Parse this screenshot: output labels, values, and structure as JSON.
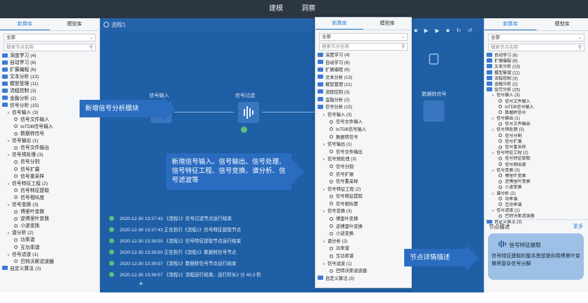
{
  "topbar": {
    "nav_model": "建模",
    "nav_insight": "洞察"
  },
  "left": {
    "tab_new": "新算库",
    "tab_model": "模型库",
    "select_value": "全部",
    "search_placeholder": "搜索节点名称",
    "items": [
      {
        "label": "深度学习 (4)",
        "level": 0
      },
      {
        "label": "自动学习 (6)",
        "level": 0
      },
      {
        "label": "扩展编程 (6)",
        "level": 0
      },
      {
        "label": "文本分析 (13)",
        "level": 0
      },
      {
        "label": "模型管理 (11)",
        "level": 0
      },
      {
        "label": "流程控制 (3)",
        "level": 0
      },
      {
        "label": "金融分析 (2)",
        "level": 0
      },
      {
        "label": "信号分析 (15)",
        "level": 0
      },
      {
        "label": "信号输入 (3)",
        "level": 1
      },
      {
        "label": "信号文件输入",
        "level": 2
      },
      {
        "label": "IoTDB信号输入",
        "level": 2
      },
      {
        "label": "数据转信号",
        "level": 2
      },
      {
        "label": "信号输出 (1)",
        "level": 1
      },
      {
        "label": "信号文件输出",
        "level": 2
      },
      {
        "label": "信号预处理 (3)",
        "level": 1
      },
      {
        "label": "信号分割",
        "level": 2
      },
      {
        "label": "信号扩展",
        "level": 2
      },
      {
        "label": "信号重采样",
        "level": 2
      },
      {
        "label": "信号特征工程 (2)",
        "level": 1
      },
      {
        "label": "信号特征提取",
        "level": 2
      },
      {
        "label": "信号相似度",
        "level": 2
      },
      {
        "label": "信号变换 (3)",
        "level": 1
      },
      {
        "label": "傅里叶变换",
        "level": 2
      },
      {
        "label": "逆傅里叶变换",
        "level": 2
      },
      {
        "label": "小波变换",
        "level": 2
      },
      {
        "label": "谱分析 (2)",
        "level": 1
      },
      {
        "label": "功率谱",
        "level": 2
      },
      {
        "label": "互功率谱",
        "level": 2
      },
      {
        "label": "信号滤波 (1)",
        "level": 1
      },
      {
        "label": "巴特沃斯滤波器",
        "level": 2
      },
      {
        "label": "自定义算法 (3)",
        "level": 0
      }
    ]
  },
  "canvas": {
    "flow_title": "流程1",
    "node_a_label": "信号输入",
    "node_b_label": "信号过滤",
    "node_c_label": "数据转信号",
    "logs": [
      "2020-12-30 13:37:43 《流程1》信号过滤节点运行结束",
      "2020-12-30 13:37:43 正在执行《流程1》信号特征提取节点",
      "2020-12-30 13:39:50 《流程1》信号特征提取节点运行结束",
      "2020-12-30 13:39:50 正在执行《流程1》数据转信号节点",
      "2020-12-30 13:39:57 《流程1》数据转信号节点运行结束",
      "2020-12-30 13:39:57 《流程1》流程运行结束，运行时长2 分 40.3 秒"
    ],
    "plus": "+"
  },
  "callouts": {
    "one": "新增信号分析模块",
    "two": "新增信号输入、信号输出、信号处理、信号特征工程、信号变换、谱分析、信号滤波等",
    "three": "节点详情描述"
  },
  "mid": {
    "tab_new": "新算库",
    "tab_model": "模型库",
    "select_value": "全部",
    "search_placeholder": "搜索节点名称",
    "items": [
      {
        "label": "深度学习 (4)",
        "level": 0
      },
      {
        "label": "自动学习 (6)",
        "level": 0
      },
      {
        "label": "扩展编程 (6)",
        "level": 0
      },
      {
        "label": "文本分析 (13)",
        "level": 0
      },
      {
        "label": "模型管理 (11)",
        "level": 0
      },
      {
        "label": "流程控制 (3)",
        "level": 0
      },
      {
        "label": "金融分析 (2)",
        "level": 0
      },
      {
        "label": "信号分析 (15)",
        "level": 0
      },
      {
        "label": "信号输入 (3)",
        "level": 1
      },
      {
        "label": "信号文件输入",
        "level": 2
      },
      {
        "label": "IoTDB信号输入",
        "level": 2
      },
      {
        "label": "数据转信号",
        "level": 2
      },
      {
        "label": "信号输出 (1)",
        "level": 1
      },
      {
        "label": "信号文件输出",
        "level": 2
      },
      {
        "label": "信号预处理 (3)",
        "level": 1
      },
      {
        "label": "信号分割",
        "level": 2
      },
      {
        "label": "信号扩展",
        "level": 2
      },
      {
        "label": "信号重采样",
        "level": 2
      },
      {
        "label": "信号特征工程 (2)",
        "level": 1
      },
      {
        "label": "信号特征提取",
        "level": 2
      },
      {
        "label": "信号相似度",
        "level": 2
      },
      {
        "label": "信号变换 (3)",
        "level": 1
      },
      {
        "label": "傅里叶变换",
        "level": 2
      },
      {
        "label": "逆傅里叶变换",
        "level": 2
      },
      {
        "label": "小波变换",
        "level": 2
      },
      {
        "label": "谱分析 (2)",
        "level": 1
      },
      {
        "label": "功率谱",
        "level": 2
      },
      {
        "label": "互功率谱",
        "level": 2
      },
      {
        "label": "信号滤波 (1)",
        "level": 1
      },
      {
        "label": "巴特沃斯滤波器",
        "level": 2
      },
      {
        "label": "自定义算法 (3)",
        "level": 0
      }
    ]
  },
  "right": {
    "tab_new": "新算库",
    "tab_model": "模型库",
    "select_value": "全部",
    "search_placeholder": "搜索节点名称",
    "items": [
      {
        "label": "自动学习 (6)",
        "level": 0
      },
      {
        "label": "扩展编程 (6)",
        "level": 0
      },
      {
        "label": "文本分析 (13)",
        "level": 0
      },
      {
        "label": "模型管理 (11)",
        "level": 0
      },
      {
        "label": "流程控制 (3)",
        "level": 0
      },
      {
        "label": "金融分析 (2)",
        "level": 0
      },
      {
        "label": "信号分析 (15)",
        "level": 0
      },
      {
        "label": "信号输入 (3)",
        "level": 1
      },
      {
        "label": "信号文件输入",
        "level": 2
      },
      {
        "label": "IoTDB信号输入",
        "level": 2
      },
      {
        "label": "数据转信号",
        "level": 2
      },
      {
        "label": "信号输出 (1)",
        "level": 1
      },
      {
        "label": "信号文件输出",
        "level": 2
      },
      {
        "label": "信号预处理 (3)",
        "level": 1
      },
      {
        "label": "信号分割",
        "level": 2
      },
      {
        "label": "信号扩展",
        "level": 2
      },
      {
        "label": "信号重采样",
        "level": 2
      },
      {
        "label": "信号特征工程 (2)",
        "level": 1
      },
      {
        "label": "信号特征提取",
        "level": 2
      },
      {
        "label": "信号相似度",
        "level": 2
      },
      {
        "label": "信号变换 (3)",
        "level": 1
      },
      {
        "label": "傅里叶变换",
        "level": 2
      },
      {
        "label": "逆傅里叶变换",
        "level": 2
      },
      {
        "label": "小波变换",
        "level": 2
      },
      {
        "label": "谱分析 (2)",
        "level": 1
      },
      {
        "label": "功率谱",
        "level": 2
      },
      {
        "label": "互功率谱",
        "level": 2
      },
      {
        "label": "信号滤波 (1)",
        "level": 1
      },
      {
        "label": "巴特沃斯滤波器",
        "level": 2
      },
      {
        "label": "自定义算法 (3)",
        "level": 0
      }
    ],
    "desc_title": "节点描述",
    "desc_more": "更多",
    "card_name": "信号特征提取",
    "card_text": "信号特征提取的基本思想是利用傅里叶变换将复杂信号分解"
  },
  "colors": {
    "canvas": "#1f5fa6",
    "accent": "#2f7fd6",
    "highlight": "#9dc0e6",
    "callout": "#2a6cc0"
  }
}
